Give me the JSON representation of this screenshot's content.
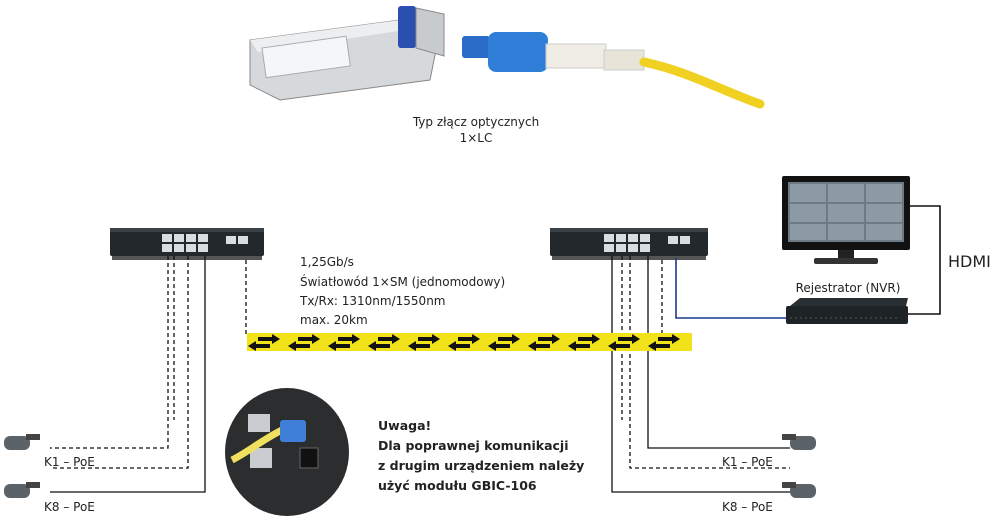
{
  "connector": {
    "title": "Typ złącz optycznych",
    "type": "1×LC"
  },
  "link": {
    "speed": "1,25Gb/s",
    "fiber": "Światłowód 1×SM (jednomodowy)",
    "txrx": "Tx/Rx: 1310nm/1550nm",
    "distance": "max. 20km"
  },
  "left_side": {
    "cam_top": "K1 – PoE",
    "cam_bottom": "K8 – PoE"
  },
  "right_side": {
    "cam_top": "K1 – PoE",
    "cam_bottom": "K8 – PoE"
  },
  "nvr_label": "Rejestrator (NVR)",
  "hdmi_label": "HDMI",
  "note": {
    "line1": "Uwaga!",
    "line2": "Dla poprawnej komunikacji",
    "line3": "z drugim urządzeniem należy",
    "line4": "użyć modułu GBIC-106"
  },
  "colors": {
    "fiber": "#f2e21a",
    "switch": "#1f2428",
    "link_blue": "#1a3a8c"
  }
}
